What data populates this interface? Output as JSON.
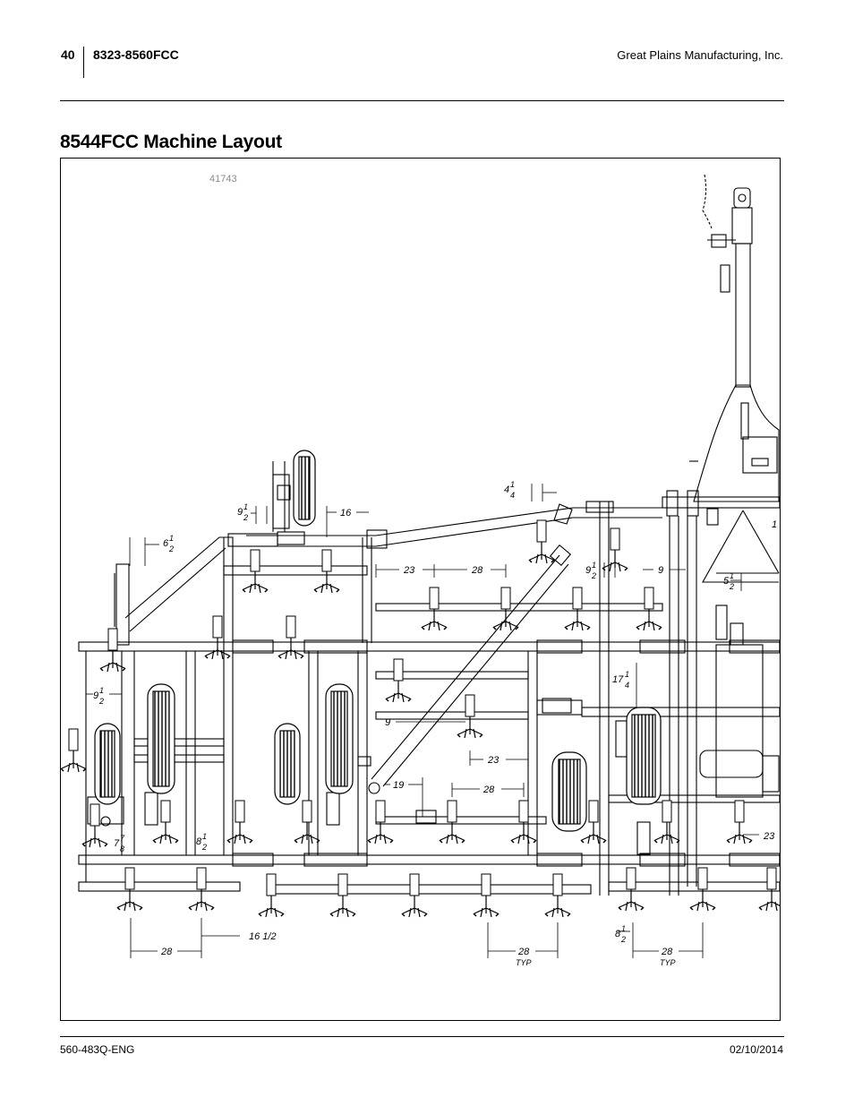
{
  "header": {
    "page_number": "40",
    "model_range": "8323-8560FCC",
    "company": "Great Plains Manufacturing, Inc."
  },
  "title": "8544FCC Machine Layout",
  "figure": {
    "figure_number": "41743",
    "dimensions": {
      "d_4_1_4": [
        "4",
        "1",
        "4"
      ],
      "d_9_1_2_a": [
        "9",
        "1",
        "2"
      ],
      "d_16": "16",
      "d_6_1_2": [
        "6",
        "1",
        "2"
      ],
      "d_23_a": "23",
      "d_28_a": "28",
      "d_9_1_2_b": [
        "9",
        "1",
        "2"
      ],
      "d_9_a": "9",
      "d_5_1_2": [
        "5",
        "1",
        "2"
      ],
      "d_17_1_4": [
        "17",
        "1",
        "4"
      ],
      "d_9_1_2_c": [
        "9",
        "1",
        "2"
      ],
      "d_9_b": "9",
      "d_23_b": "23",
      "d_19": "19",
      "d_28_b": "28",
      "d_7_7_8": [
        "7",
        "7",
        "8"
      ],
      "d_8_1_2_a": [
        "8",
        "1",
        "2"
      ],
      "d_23_c": "23",
      "d_28_c": "28",
      "d_16_1_2": "16  1/2",
      "d_8_1_2_b": [
        "8",
        "1",
        "2"
      ],
      "d_28_typ_a": "28",
      "typ_a": "TYP",
      "d_28_typ_b": "28",
      "typ_b": "TYP",
      "d_1_edge": "1"
    }
  },
  "footer": {
    "doc_number": "560-483Q-ENG",
    "date": "02/10/2014"
  }
}
